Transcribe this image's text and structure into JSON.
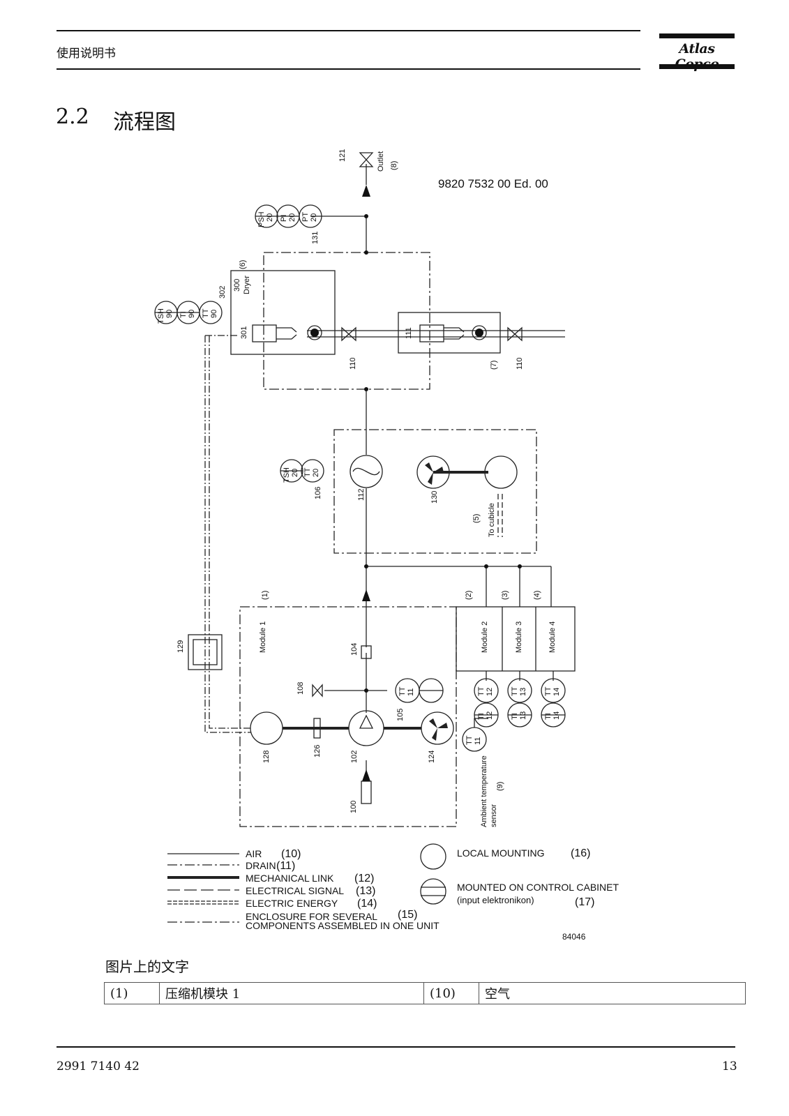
{
  "header": {
    "title": "使用说明书",
    "brand": "Atlas Copco"
  },
  "section": {
    "number": "2.2",
    "title": "流程图"
  },
  "diagram": {
    "doc_code": "9820 7532 00 Ed. 00",
    "drawing_no": "84046",
    "instruments": {
      "i121": "121",
      "outlet_label": "Outlet",
      "outlet_num": "(8)",
      "psh_tag": "PSH",
      "psh_num": "20",
      "pi_tag": "PI",
      "pi_num": "20",
      "pt_tag": "PT",
      "pt_num": "20",
      "i131": "131",
      "tsh90_tag": "TSH",
      "tsh90_num": "90",
      "ti90_tag": "TI",
      "ti90_num": "90",
      "tt90_tag": "TT",
      "tt90_num": "90",
      "i302": "302",
      "i300": "300",
      "dryer": "Dryer",
      "dryer_num": "(6)",
      "i301": "301",
      "i110a": "110",
      "i111": "111",
      "i110b": "110",
      "i7": "(7)",
      "tsh20_tag": "TSH",
      "tsh20_num": "20",
      "tt20_tag": "TT",
      "tt20_num": "20",
      "i106": "106",
      "i112": "112",
      "i130": "130",
      "i5": "(5)",
      "to_cubicle": "To cubicle",
      "m1_num": "(1)",
      "module1": "Module 1",
      "m2_num": "(2)",
      "module2": "Module 2",
      "m3_num": "(3)",
      "module3": "Module 3",
      "m4_num": "(4)",
      "module4": "Module 4",
      "i129": "129",
      "i104": "104",
      "i108": "108",
      "tt11_tag": "TT",
      "tt11_num": "11",
      "i105": "105",
      "tt12_tag": "TT",
      "tt12_num": "12",
      "tt13_tag": "TT",
      "tt13_num": "13",
      "tt14_tag": "TT",
      "tt14_num": "14",
      "ti12_tag": "TI",
      "ti12_num": "12",
      "ti13_tag": "TI",
      "ti13_num": "13",
      "ti14_tag": "TI",
      "ti14_num": "14",
      "tt_amb_tag": "TT",
      "tt_amb_num": "11",
      "i128": "128",
      "i126": "126",
      "i102": "102",
      "i124": "124",
      "i100": "100",
      "amb1": "Ambient temperature",
      "amb2": "sensor",
      "amb3": "(9)"
    },
    "legend": {
      "air": "AIR",
      "air_num": "(10)",
      "drain": "DRAIN",
      "drain_num": "(11)",
      "mech": "MECHANICAL LINK",
      "mech_num": "(12)",
      "elsig": "ELECTRICAL SIGNAL",
      "elsig_num": "(13)",
      "elen": "ELECTRIC ENERGY",
      "elen_num": "(14)",
      "encl1": "ENCLOSURE FOR SEVERAL",
      "encl2": "COMPONENTS ASSEMBLED IN ONE UNIT",
      "encl_num": "(15)",
      "local": "LOCAL MOUNTING",
      "local_num": "(16)",
      "cab1": "MOUNTED ON CONTROL CABINET",
      "cab2": "(input elektronikon)",
      "cab_num": "(17)"
    }
  },
  "caption": "图片上的文字",
  "glossary": [
    {
      "k1": "(1)",
      "v1": "压缩机模块 1",
      "k2": "(10)",
      "v2": "空气"
    }
  ],
  "footer": {
    "doc_number": "2991 7140 42",
    "page": "13"
  }
}
